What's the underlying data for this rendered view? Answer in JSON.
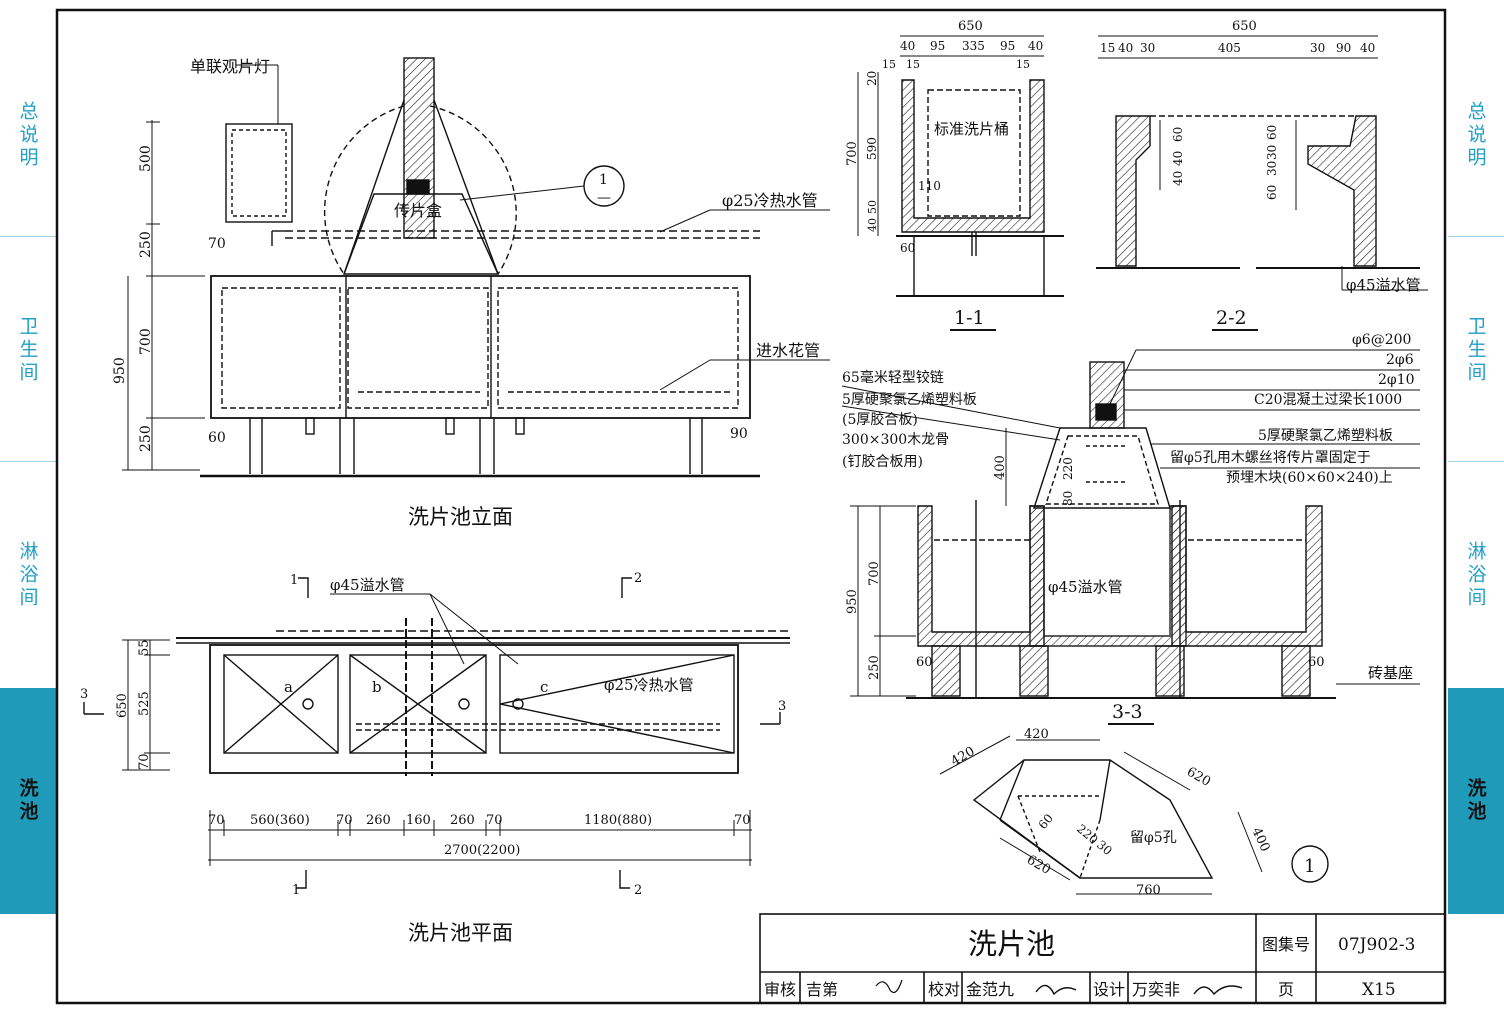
{
  "side_tabs": [
    "总说明",
    "卫生间",
    "淋浴间",
    "洗池"
  ],
  "active_tab": "洗池",
  "elevation": {
    "title": "洗片池立面",
    "label_lamp": "单联观片灯",
    "label_box": "传片盒",
    "label_pipe": "φ25冷热水管",
    "label_inlet": "进水花管",
    "section_mark_top": "1",
    "section_mark_bottom": "—",
    "dims_left": [
      "500",
      "250",
      "700",
      "250"
    ],
    "dim_total": "950",
    "dim_70": "70",
    "dim_60": "60",
    "dim_90": "90"
  },
  "plan": {
    "title": "洗片池平面",
    "label_overflow": "φ45溢水管",
    "label_pipe": "φ25冷热水管",
    "basins": [
      "a",
      "b",
      "c"
    ],
    "dims_left": [
      "55",
      "525",
      "70"
    ],
    "dim_650": "650",
    "dims_bottom": [
      "70",
      "560(360)",
      "70",
      "260",
      "160",
      "260",
      "70",
      "1180(880)",
      "70"
    ],
    "dim_total": "2700(2200)",
    "section_marks": [
      "1",
      "2",
      "3",
      "3",
      "1",
      "2"
    ]
  },
  "section11": {
    "title": "1-1",
    "label": "标准洗片桶",
    "dim_top": "650",
    "dims_top2": [
      "40",
      "95",
      "335",
      "95",
      "40"
    ],
    "dims_15": [
      "15",
      "15",
      "15"
    ],
    "dims_left": [
      "20",
      "590",
      "40",
      "50"
    ],
    "dim_700": "700",
    "dim_110": "110",
    "dim_60": "60"
  },
  "section22": {
    "title": "2-2",
    "dim_top": "650",
    "dims_top2": [
      "15",
      "40",
      "30",
      "405",
      "30",
      "90",
      "40"
    ],
    "dims_left": [
      "40",
      "40",
      "60"
    ],
    "dims_right": [
      "60",
      "30",
      "30",
      "60"
    ],
    "label": "φ45溢水管"
  },
  "section33": {
    "title": "3-3",
    "labels_left": [
      "65毫米轻型铰链",
      "5厚硬聚氯乙烯塑料板",
      "(5厚胶合板)",
      "300×300木龙骨",
      "(钉胶合板用)"
    ],
    "labels_right": [
      "φ6@200",
      "2φ6",
      "2φ10",
      "C20混凝土过梁长1000",
      "5厚硬聚氯乙烯塑料板",
      "留φ5孔用木螺丝将传片罩固定于",
      "预埋木块(60×60×240)上"
    ],
    "label_overflow": "φ45溢水管",
    "label_base": "砖基座",
    "dims_left": [
      "950",
      "700",
      "250"
    ],
    "dims_hood": [
      "400",
      "220",
      "80"
    ],
    "dim_60a": "60",
    "dim_60b": "60"
  },
  "detail1": {
    "marker": "1",
    "dims": [
      "420",
      "420",
      "620",
      "400",
      "620",
      "760",
      "60",
      "220",
      "30"
    ],
    "label": "留φ5孔"
  },
  "title_block": {
    "title": "洗片池",
    "atlas_label": "图集号",
    "atlas_no": "07J902-3",
    "review_label": "审核",
    "reviewer": "吉第",
    "check_label": "校对",
    "checker": "金范九",
    "design_label": "设计",
    "designer": "万奕非",
    "page_label": "页",
    "page_no": "X15"
  }
}
